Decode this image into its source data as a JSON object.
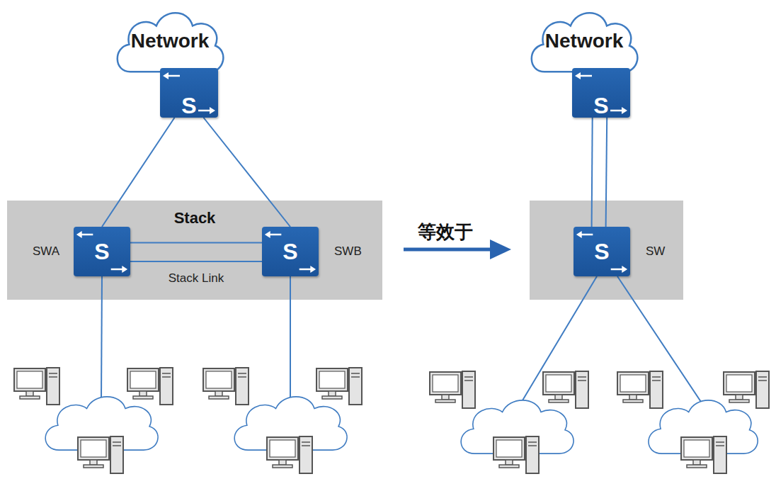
{
  "diagram": {
    "nodes": [
      {
        "text": [
          "Network"
        ]
      },
      {
        "text": [
          "S"
        ],
        "in": 0
      },
      {
        "text": [
          "Stack"
        ]
      },
      {
        "text": [
          "S",
          "SWA"
        ],
        "in": 2
      },
      {
        "text": [
          "S",
          "SWB"
        ],
        "in": 2
      },
      {
        "text": [
          "Network"
        ]
      },
      {
        "text": [
          "S"
        ],
        "in": 5
      },
      {
        "text": [
          "S",
          "SW"
        ]
      }
    ],
    "edges": [
      {
        "from": 1,
        "to": 3,
        "arrow": "none"
      },
      {
        "from": 1,
        "to": 4,
        "arrow": "none"
      },
      {
        "from": 3,
        "to": 4,
        "arrow": "none"
      },
      {
        "from": 3,
        "to": 4,
        "label": "Stack Link",
        "arrow": "none"
      },
      {
        "from": 6,
        "to": 7,
        "arrow": "none"
      },
      {
        "from": 6,
        "to": 7,
        "arrow": "none"
      }
    ],
    "labels": [
      "等效于"
    ]
  }
}
